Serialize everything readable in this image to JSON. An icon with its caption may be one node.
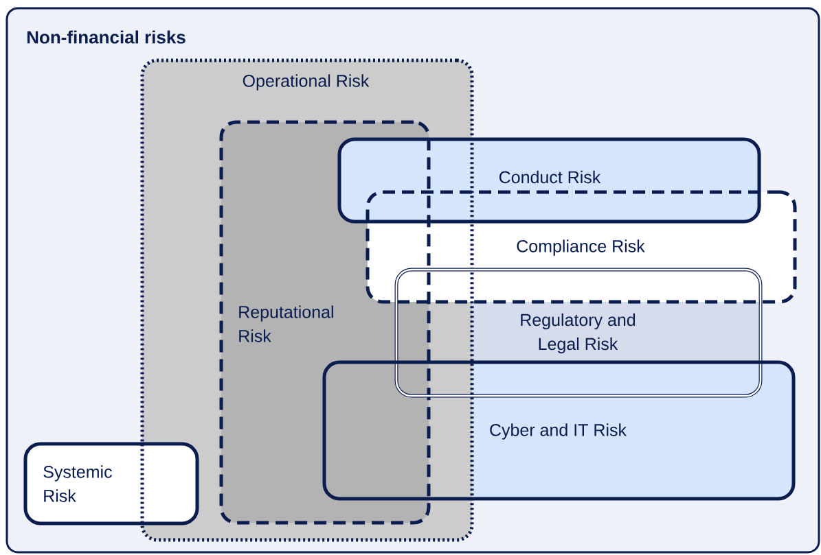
{
  "diagram": {
    "nodes": [
      {
        "text": [
          "Non-financial risks"
        ]
      },
      {
        "text": [
          "Operational Risk"
        ],
        "in": 0
      },
      {
        "text": [
          "Reputational Risk"
        ],
        "in": 1
      },
      {
        "text": [
          "Conduct Risk"
        ],
        "in": 0
      },
      {
        "text": [
          "Compliance Risk"
        ],
        "in": 0
      },
      {
        "text": [
          "Regulatory and Legal Risk"
        ],
        "in": 0
      },
      {
        "text": [
          "Cyber and IT Risk"
        ],
        "in": 0
      },
      {
        "text": [
          "Systemic Risk"
        ],
        "in": 0
      }
    ]
  }
}
